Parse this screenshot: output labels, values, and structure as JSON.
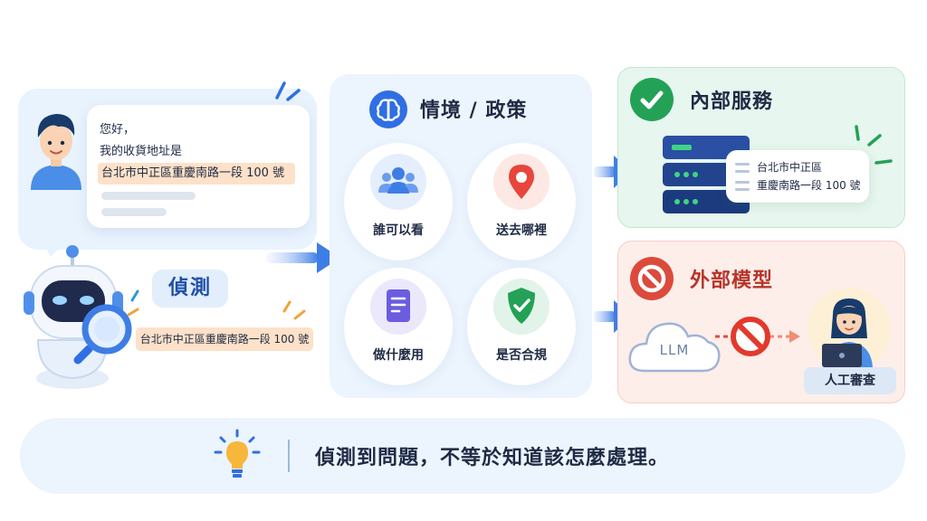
{
  "chat": {
    "greeting": "您好，",
    "line2": "我的收貨地址是",
    "address": "台北市中正區重慶南路一段 100 號"
  },
  "detect": {
    "label": "偵測",
    "address": "台北市中正區重慶南路一段 100 號"
  },
  "context": {
    "title": "情境 / 政策",
    "cells": [
      {
        "label": "誰可以看",
        "icon": "users-icon",
        "color": "#3f7de6"
      },
      {
        "label": "送去哪裡",
        "icon": "location-pin-icon",
        "color": "#e8463a"
      },
      {
        "label": "做什麼用",
        "icon": "document-icon",
        "color": "#6b5ce0"
      },
      {
        "label": "是否合規",
        "icon": "shield-check-icon",
        "color": "#23a257"
      }
    ]
  },
  "internal": {
    "title": "內部服務",
    "card_line1": "台北市中正區",
    "card_line2": "重慶南路一段 100 號"
  },
  "external": {
    "title": "外部模型",
    "cloud_label": "LLM",
    "review_label": "人工審查"
  },
  "banner": {
    "text": "偵測到問題，不等於知道該怎麼處理。"
  },
  "colors": {
    "primary": "#2f6fe4",
    "success": "#23a257",
    "danger": "#dc4a3c",
    "highlight": "#fde1c8"
  }
}
